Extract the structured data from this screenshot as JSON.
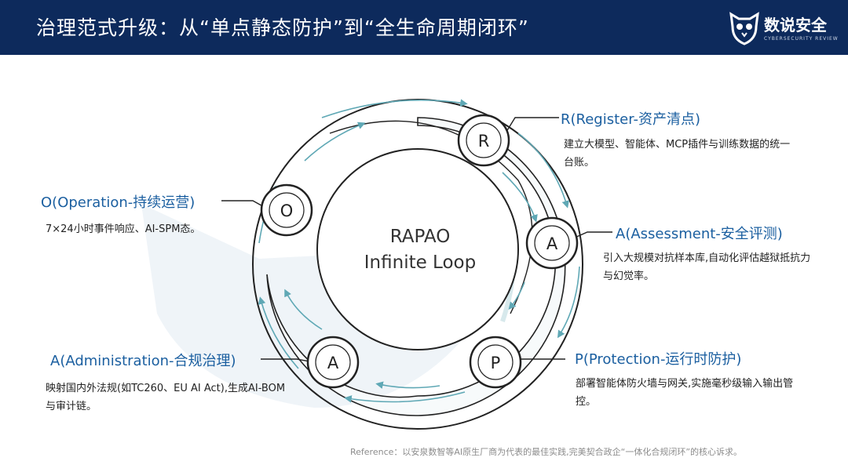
{
  "header": {
    "title": "治理范式升级：从“单点静态防护”到“全生命周期闭环”",
    "logo_text": "数说安全",
    "logo_subtext": "CYBERSECURITY REVIEW",
    "bg_color": "#0d2a5c"
  },
  "diagram": {
    "center_line1": "RAPAO",
    "center_line2": "Infinite Loop",
    "accent_color": "#1b5fa0",
    "arrow_color": "#5fa8b5",
    "nodes": [
      {
        "letter": "R",
        "title": "R(Register-资产清点)",
        "desc": "建立大模型、智能体、MCP插件与训练数据的统一台账。"
      },
      {
        "letter": "A",
        "title": "A(Assessment-安全评测)",
        "desc": "引入大规模对抗样本库,自动化评估越狱抵抗力与幻觉率。"
      },
      {
        "letter": "P",
        "title": "P(Protection-运行时防护)",
        "desc": "部署智能体防火墙与网关,实施毫秒级输入输出管控。"
      },
      {
        "letter": "A",
        "title": "A(Administration-合规治理)",
        "desc": "映射国内外法规(如TC260、EU AI Act),生成AI-BOM与审计链。"
      },
      {
        "letter": "O",
        "title": "O(Operation-持续运营)",
        "desc": "7×24小时事件响应、AI-SPM态。"
      }
    ]
  },
  "footer": {
    "reference": "Reference：以安泉数智等AI原生厂商为代表的最佳实践,完美契合政企“一体化合规闭环”的核心诉求。"
  }
}
